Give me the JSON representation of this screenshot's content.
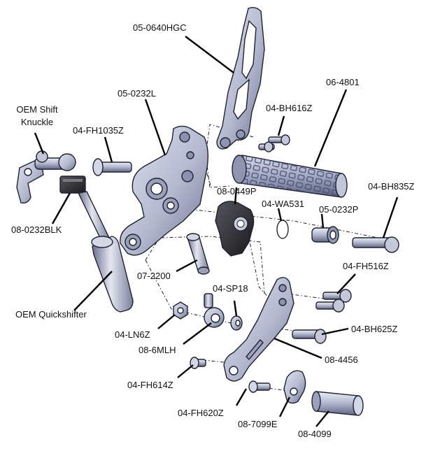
{
  "parts": {
    "p_05_0640HGC": "05-0640HGC",
    "p_06_4801": "06-4801",
    "p_05_0232L": "05-0232L",
    "p_04_BH616Z": "04-BH616Z",
    "oem_shift_knuckle": "OEM Shift\nKnuckle",
    "p_04_FH1035Z": "04-FH1035Z",
    "p_08_0449P": "08-0449P",
    "p_04_BH835Z": "04-BH835Z",
    "p_04_WA531": "04-WA531",
    "p_05_0232P": "05-0232P",
    "p_08_0232BLK": "08-0232BLK",
    "p_04_FH516Z": "04-FH516Z",
    "p_07_2200": "07-2200",
    "p_04_SP18": "04-SP18",
    "oem_quickshifter": "OEM Quickshifter",
    "p_04_BH625Z": "04-BH625Z",
    "p_04_LN6Z": "04-LN6Z",
    "p_08_6MLH": "08-6MLH",
    "p_08_4456": "08-4456",
    "p_04_FH614Z": "04-FH614Z",
    "p_04_FH620Z": "04-FH620Z",
    "p_08_7099E": "08-7099E",
    "p_08_4099": "08-4099"
  },
  "colors": {
    "metal_light": "#d4d7e6",
    "metal_mid": "#a9aec6",
    "metal_dark": "#6d7390",
    "grip": "#b6bbd4",
    "black_part": "#2a2a2e",
    "outline": "#1e2230",
    "leader": "#000000"
  }
}
